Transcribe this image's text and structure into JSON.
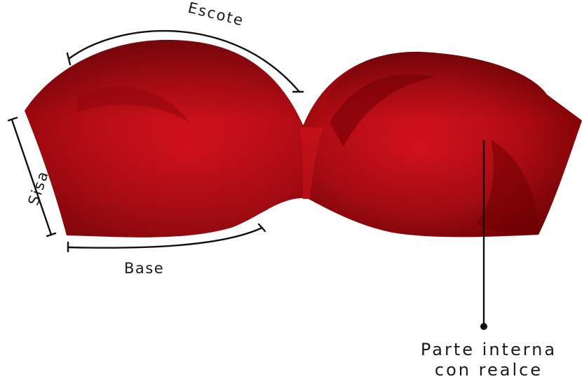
{
  "labels": {
    "escote": "Escote",
    "sisa": "Sisa",
    "base": "Base",
    "parte_interna_line1": "Parte interna",
    "parte_interna_line2": "con realce"
  },
  "colors": {
    "fabric_base": "#c20f17",
    "fabric_dark": "#6e0000",
    "fabric_highlight": "#e0131d",
    "line": "#111111",
    "text": "#1a1a1a"
  }
}
